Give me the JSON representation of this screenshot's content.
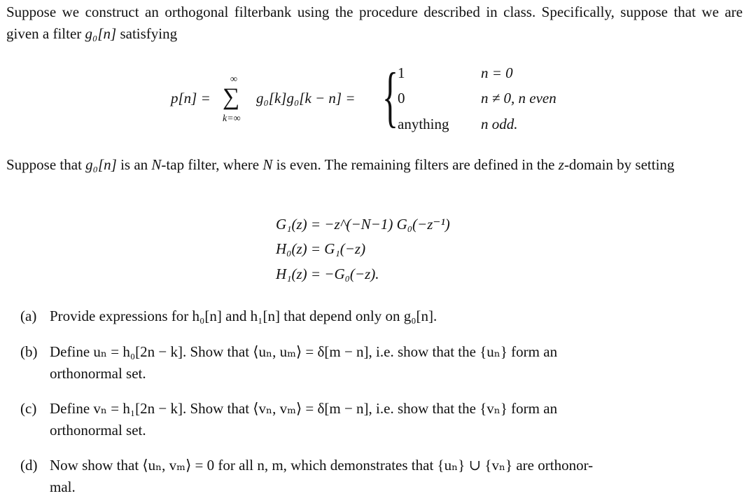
{
  "intro": {
    "text1": "Suppose we construct an orthogonal filterbank using the procedure described in class. Specifically, suppose that we are given a filter ",
    "g0": "g₀[n]",
    "text2": " satisfying"
  },
  "equation1": {
    "lhs": "p[n] =",
    "sum_upper": "∞",
    "sum_lower": "k=∞",
    "body": "g₀[k]g₀[k − n] =",
    "cases": [
      {
        "value": "1",
        "condition": "n = 0"
      },
      {
        "value": "0",
        "condition": "n ≠ 0, n even"
      },
      {
        "value": "anything",
        "condition": "n odd."
      }
    ]
  },
  "para2": {
    "text1": "Suppose that ",
    "g0": "g₀[n]",
    "text2": " is an ",
    "N": "N",
    "text3": "-tap filter, where ",
    "N2": "N",
    "text4": " is even. The remaining filters are defined in the ",
    "z": "z",
    "text5": "-domain by setting"
  },
  "equations2": [
    "G₁(z) = −z^(−N−1) G₀(−z⁻¹)",
    "H₀(z) = G₁(−z)",
    "H₁(z) = −G₀(−z)."
  ],
  "parts": [
    {
      "label": "(a)",
      "text": "Provide expressions for h₀[n] and h₁[n] that depend only on g₀[n]."
    },
    {
      "label": "(b)",
      "text": "Define uₙ = h₀[2n − k]. Show that ⟨uₙ, uₘ⟩ = δ[m − n], i.e. show that the {uₙ} form an",
      "cont": "orthonormal set."
    },
    {
      "label": "(c)",
      "text": "Define vₙ = h₁[2n − k]. Show that ⟨vₙ, vₘ⟩ = δ[m − n], i.e. show that the {vₙ} form an",
      "cont": "orthonormal set."
    },
    {
      "label": "(d)",
      "text": "Now show that ⟨uₙ, vₘ⟩ = 0 for all n, m, which demonstrates that {uₙ} ∪ {vₙ} are orthonor-",
      "cont": "mal."
    }
  ]
}
